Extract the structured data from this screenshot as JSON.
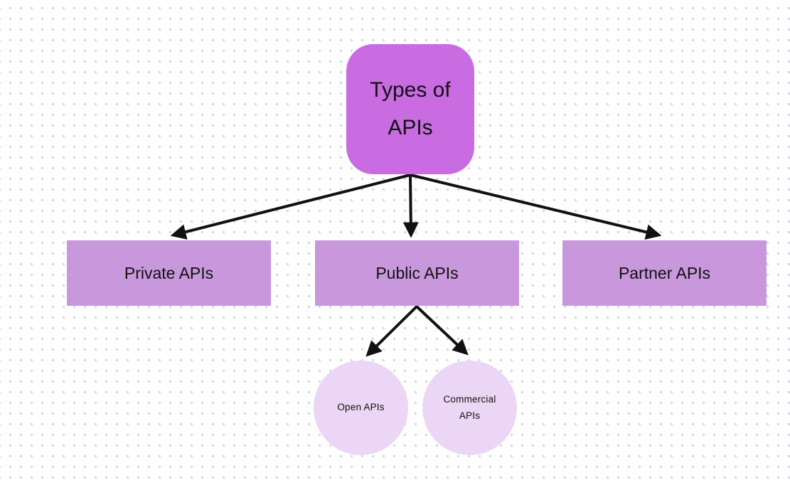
{
  "diagram": {
    "title": "Types of APIs",
    "root": {
      "label": "Types of APIs"
    },
    "level1": [
      {
        "label": "Private APIs"
      },
      {
        "label": "Public APIs"
      },
      {
        "label": "Partner APIs"
      }
    ],
    "level2": [
      {
        "label": "Open APIs",
        "parent": "Public APIs"
      },
      {
        "label": "Commercial APIs",
        "parent": "Public APIs"
      }
    ],
    "colors": {
      "root_fill": "#c96ce2",
      "branch_fill": "#c998dc",
      "leaf_fill": "#ecd6f6",
      "arrow": "#111111",
      "text": "#111111",
      "background": "#ffffff",
      "dot_grid": "#ccd4e2"
    }
  }
}
